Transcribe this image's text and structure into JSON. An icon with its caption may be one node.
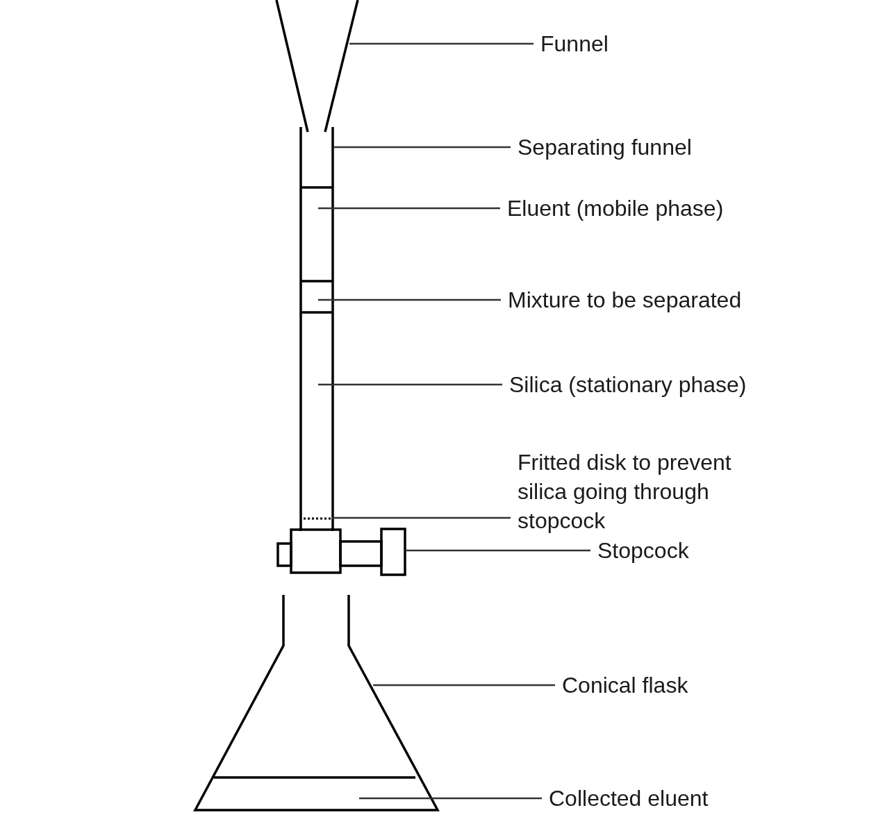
{
  "diagram": {
    "nodes": [
      {
        "text": [
          "Funnel"
        ]
      },
      {
        "text": [
          "Separating funnel"
        ]
      },
      {
        "text": [
          "Eluent (mobile phase)"
        ]
      },
      {
        "text": [
          "Mixture to be separated"
        ]
      },
      {
        "text": [
          "Silica (stationary phase)"
        ]
      },
      {
        "text": [
          "Fritted disk to prevent silica going through stopcock"
        ]
      },
      {
        "text": [
          "Stopcock"
        ]
      },
      {
        "text": [
          "Conical flask"
        ]
      },
      {
        "text": [
          "Collected eluent"
        ]
      }
    ],
    "edges": [
      {
        "from": 0,
        "to": null,
        "arrow": "none"
      },
      {
        "from": 1,
        "to": null,
        "arrow": "none"
      },
      {
        "from": 2,
        "to": null,
        "arrow": "none"
      },
      {
        "from": 3,
        "to": null,
        "arrow": "none"
      },
      {
        "from": 4,
        "to": null,
        "arrow": "none"
      },
      {
        "from": 5,
        "to": null,
        "arrow": "none"
      },
      {
        "from": 6,
        "to": null,
        "arrow": "none"
      },
      {
        "from": 7,
        "to": null,
        "arrow": "none"
      },
      {
        "from": 8,
        "to": null,
        "arrow": "none"
      }
    ]
  }
}
